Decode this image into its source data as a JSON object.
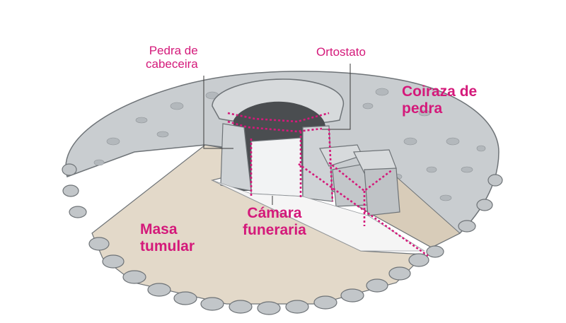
{
  "labels": {
    "pedra_cabeceira_1": "Pedra de",
    "pedra_cabeceira_2": "cabeceira",
    "ortostato": "Ortostato",
    "coiraza_1": "Coiraza de",
    "coiraza_2": "pedra",
    "camara_1": "Cámara",
    "camara_2": "funeraria",
    "masa_1": "Masa",
    "masa_2": "tumular"
  },
  "colors": {
    "accent": "#d4197a",
    "stone": "#c9cdd0",
    "earth": "#e3d9c9",
    "outline": "#6e7377"
  }
}
